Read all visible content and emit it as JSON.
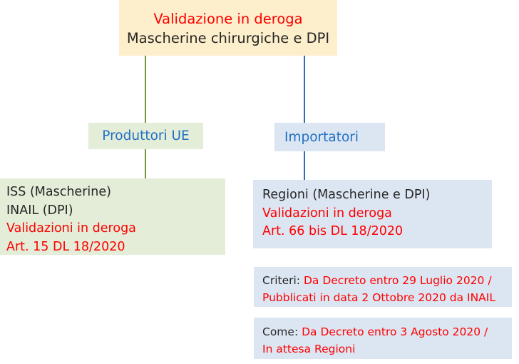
{
  "diagram": {
    "root": {
      "title_red": "Validazione in deroga",
      "subtitle_black": "Mascherine chirurgiche e DPI",
      "fill_color": "#FDEFCB"
    },
    "branches": {
      "left": {
        "label": "Produttori UE",
        "fill_color": "#E3EDD8",
        "connector_color": "#6D9A3E",
        "detail": {
          "lines": [
            {
              "text": "ISS (Mascherine)",
              "color": "black"
            },
            {
              "text": "INAIL (DPI)",
              "color": "black"
            },
            {
              "text": "Validazioni in deroga",
              "color": "red"
            },
            {
              "text": "Art. 15 DL 18/2020",
              "color": "red"
            }
          ]
        }
      },
      "right": {
        "label": "Importatori",
        "fill_color": "#DCE6F2",
        "connector_color": "#2E6DB4",
        "detail": {
          "lines": [
            {
              "text": "Regioni (Mascherine e DPI)",
              "color": "black"
            },
            {
              "text": "Validazioni in deroga",
              "color": "red"
            },
            {
              "text": "Art. 66 bis DL 18/2020",
              "color": "red"
            }
          ]
        },
        "notes": [
          {
            "label": "Criteri:",
            "value_line1": "Da Decreto entro 29 Luglio 2020 /",
            "value_line2": "Pubblicati in data 2 Ottobre 2020 da INAIL"
          },
          {
            "label": "Come:",
            "value_line1": "Da Decreto entro 3 Agosto 2020 /",
            "value_line2": "In attesa Regioni"
          }
        ]
      }
    },
    "colors": {
      "red_text": "#FF0000",
      "black_text": "#262626",
      "blue_text": "#1F6FC4"
    }
  }
}
